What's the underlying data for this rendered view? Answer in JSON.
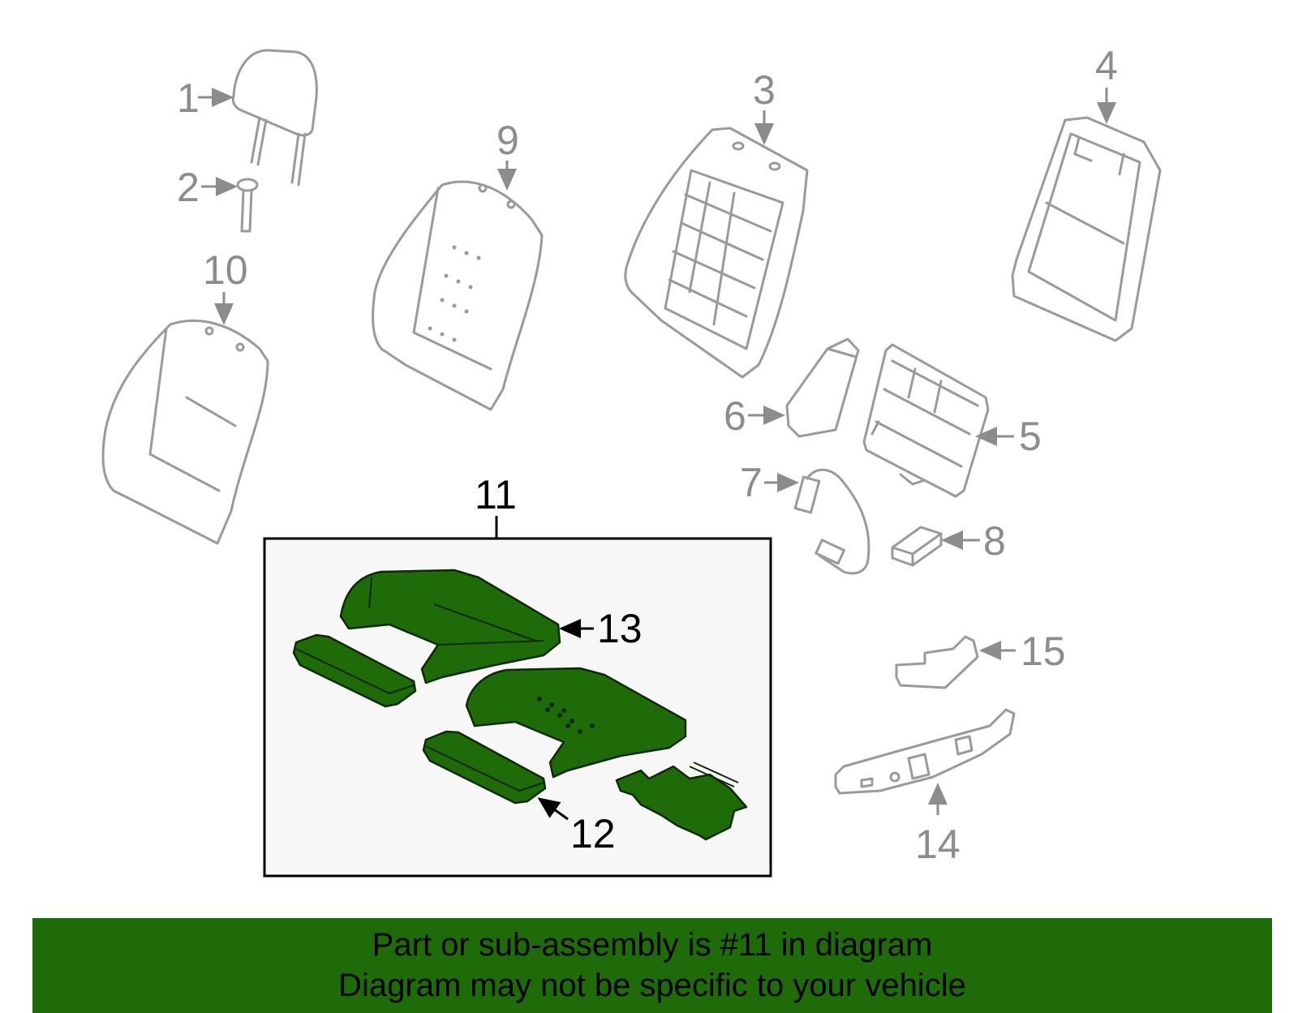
{
  "callouts": {
    "c1": "1",
    "c2": "2",
    "c3": "3",
    "c4": "4",
    "c5": "5",
    "c6": "6",
    "c7": "7",
    "c8": "8",
    "c9": "9",
    "c10": "10",
    "c11": "11",
    "c12": "12",
    "c13": "13",
    "c14": "14",
    "c15": "15"
  },
  "colors": {
    "highlight": "#1f6b0a",
    "line_grey": "#9a9a9a",
    "label_grey": "#8c8c8c",
    "box_bg": "#f7f7f7"
  },
  "footer": {
    "line1": "Part or sub-assembly is #11 in diagram",
    "line2": "Diagram may not be specific to your vehicle"
  }
}
